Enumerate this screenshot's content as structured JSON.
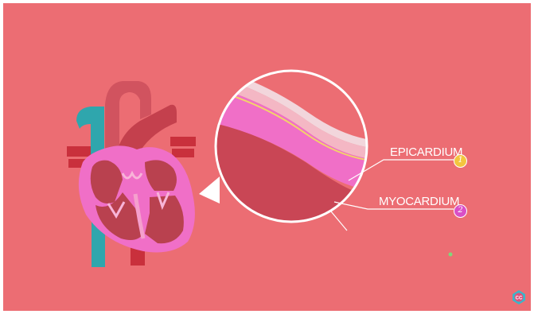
{
  "labels": [
    {
      "text": "EPICARDIUM",
      "number": "1",
      "color": "#f3c53f"
    },
    {
      "text": "MYOCARDIUM",
      "number": "2",
      "color": "#d94fc6"
    }
  ],
  "logo": {
    "text": "CC",
    "icon": "crash-course-logo-icon"
  },
  "colors": {
    "background": "#ec6d73",
    "heart_muscle": "#f06fc7",
    "heart_dark": "#b9414f",
    "aorta": "#d1535f",
    "vena_cava": "#2fa6ad",
    "vessel_red": "#c9303c",
    "magnifier_ring": "#ffffff"
  }
}
